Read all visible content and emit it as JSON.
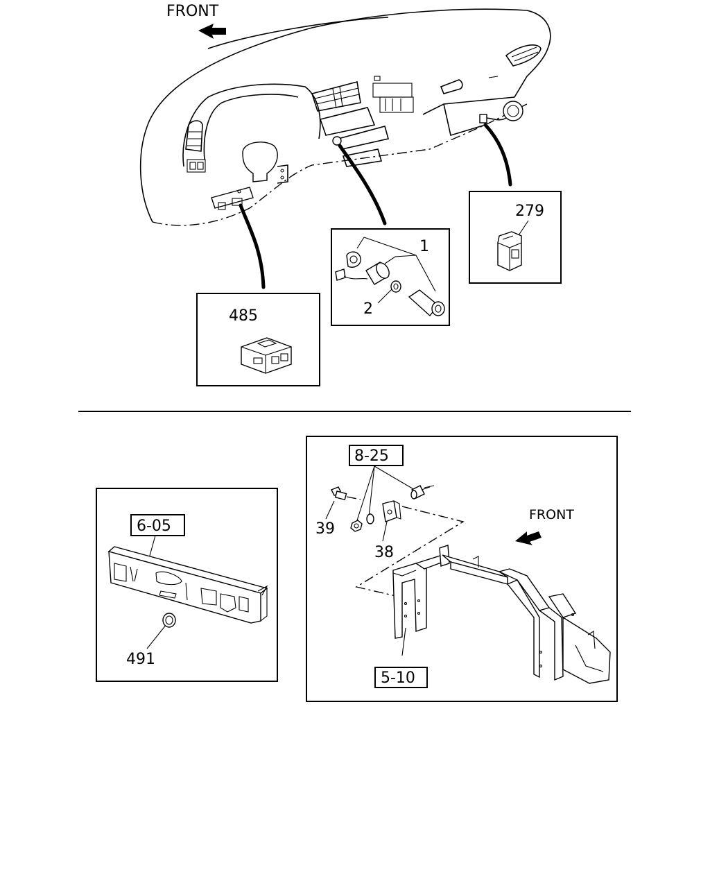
{
  "labels": {
    "front_top": "FRONT",
    "front_bottom": "FRONT",
    "part_1": "1",
    "part_2": "2",
    "part_279": "279",
    "part_485": "485",
    "part_605": "6-05",
    "part_491": "491",
    "part_825": "8-25",
    "part_39": "39",
    "part_38": "38",
    "part_510": "5-10"
  },
  "icons": {
    "front_arrow": "front-arrow-icon"
  }
}
